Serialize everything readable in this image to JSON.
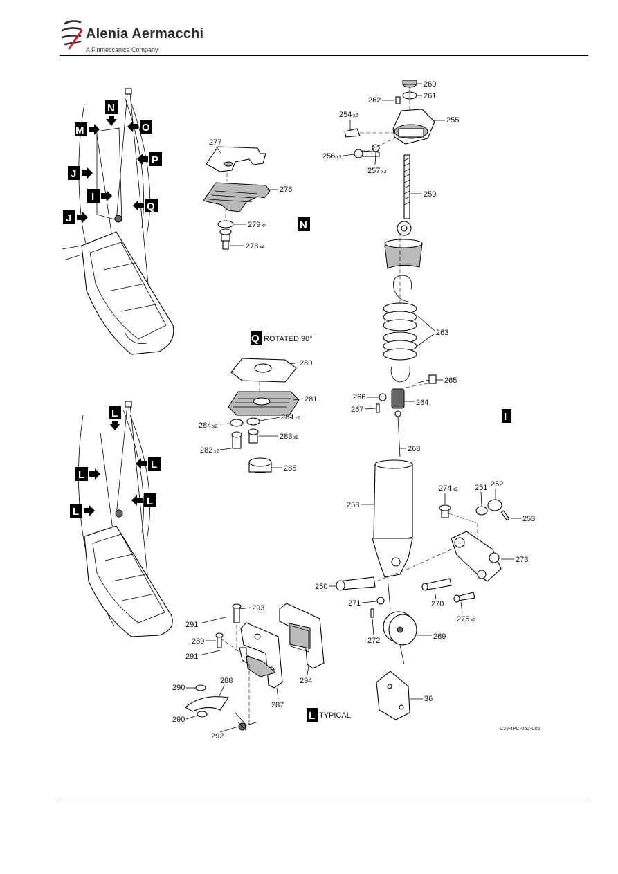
{
  "header": {
    "brand": "Alenia Aermacchi",
    "subtitle": "A Finmeccanica Company"
  },
  "view_tags": {
    "top_view": [
      "N",
      "M",
      "O",
      "P",
      "J",
      "I",
      "Q",
      "J"
    ],
    "bottom_view": [
      "L",
      "L",
      "L",
      "L",
      "L"
    ],
    "detail_n": "N",
    "detail_i": "I",
    "detail_q": "Q",
    "detail_l": "L"
  },
  "captions": {
    "q_rotated": "ROTATED 90°",
    "l_typical": "TYPICAL"
  },
  "reference": "C27-IPC-052-006",
  "parts": {
    "p277": "277",
    "p276": "276",
    "p279": "279",
    "p279q": "x4",
    "p278": "278",
    "p278q": "x4",
    "p280": "280",
    "p281": "281",
    "p284a": "284",
    "p284aq": "x2",
    "p284b": "284",
    "p284bq": "x2",
    "p283": "283",
    "p283q": "x2",
    "p282": "282",
    "p282q": "x2",
    "p285": "285",
    "p260": "260",
    "p261": "261",
    "p262": "262",
    "p254": "254",
    "p254q": "x2",
    "p255": "255",
    "p256": "256",
    "p256q": "x3",
    "p257": "257",
    "p257q": "x3",
    "p259": "259",
    "p263": "263",
    "p265": "265",
    "p266": "266",
    "p264": "264",
    "p267": "267",
    "p268": "268",
    "p258": "258",
    "p274": "274",
    "p274q": "x2",
    "p251": "251",
    "p252": "252",
    "p253": "253",
    "p273": "273",
    "p250": "250",
    "p271": "271",
    "p270": "270",
    "p275": "275",
    "p275q": "x2",
    "p272": "272",
    "p269": "269",
    "p36": "36",
    "p291a": "291",
    "p293": "293",
    "p289": "289",
    "p291b": "291",
    "p290a": "290",
    "p288": "288",
    "p294": "294",
    "p287": "287",
    "p290b": "290",
    "p292": "292"
  }
}
